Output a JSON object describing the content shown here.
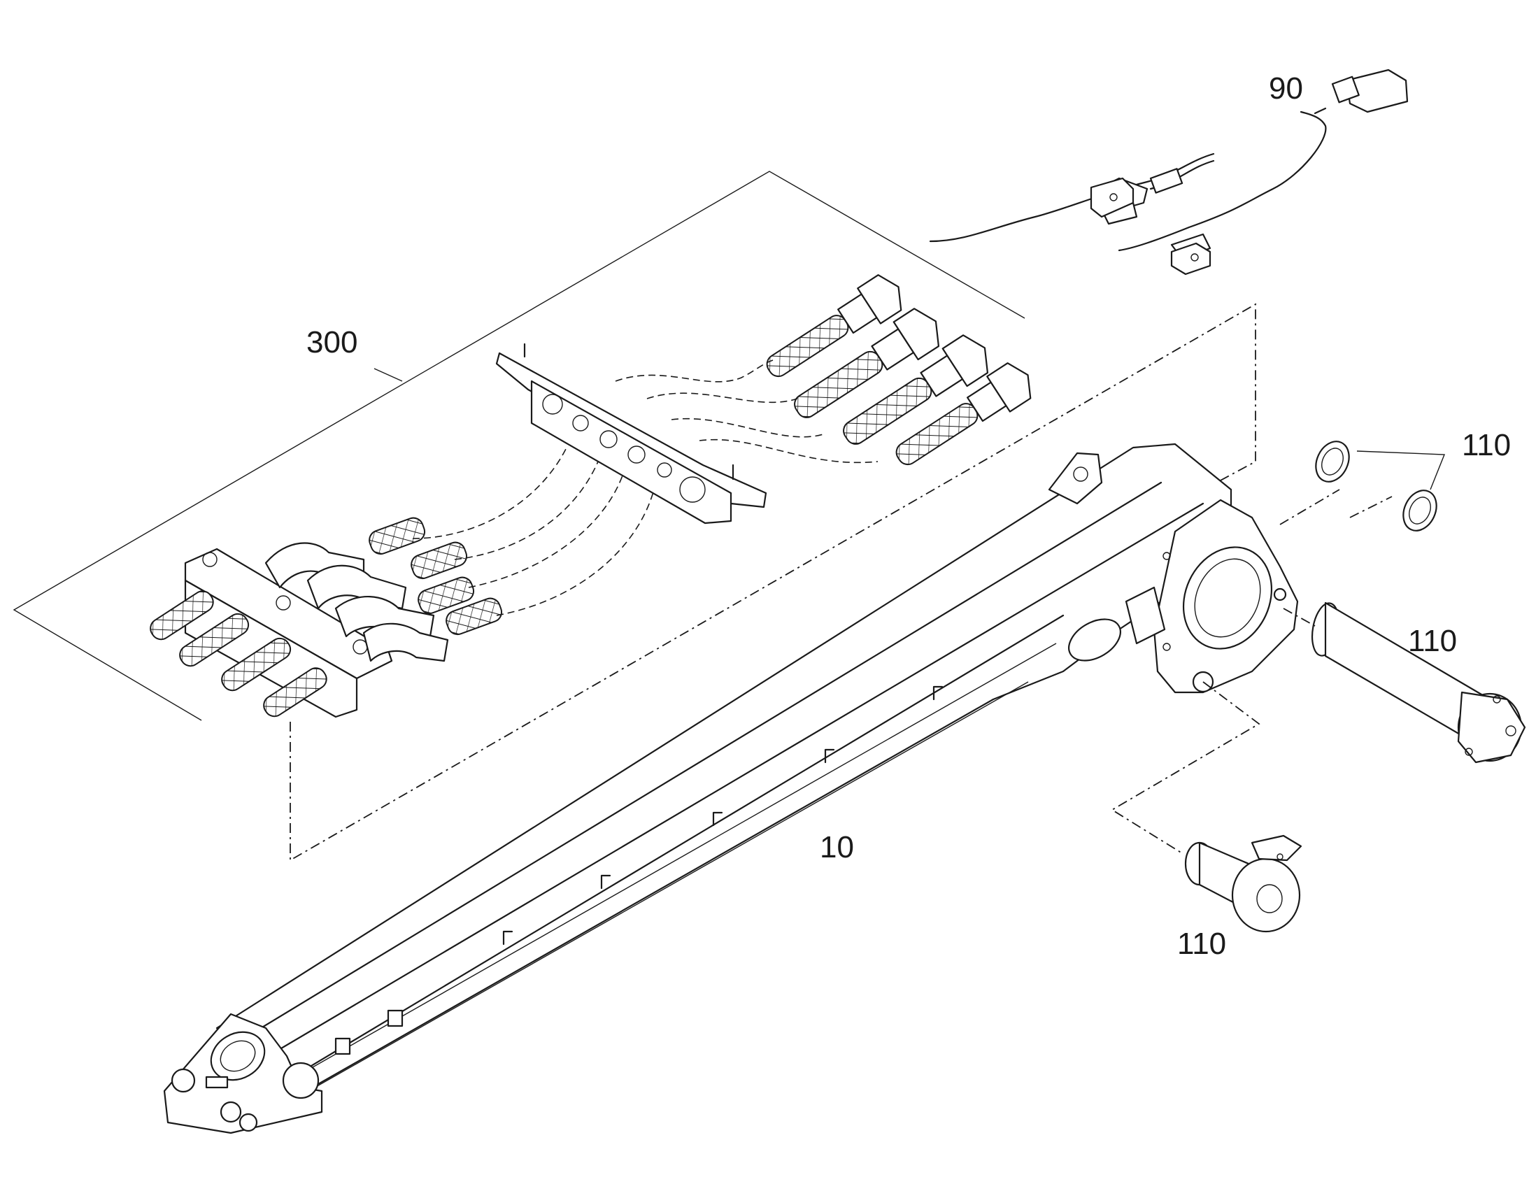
{
  "diagram": {
    "callouts": {
      "boom": "10",
      "cable": "90",
      "pin_a": "110",
      "pin_b": "110",
      "pin_c": "110",
      "hose_kit": "300"
    }
  }
}
